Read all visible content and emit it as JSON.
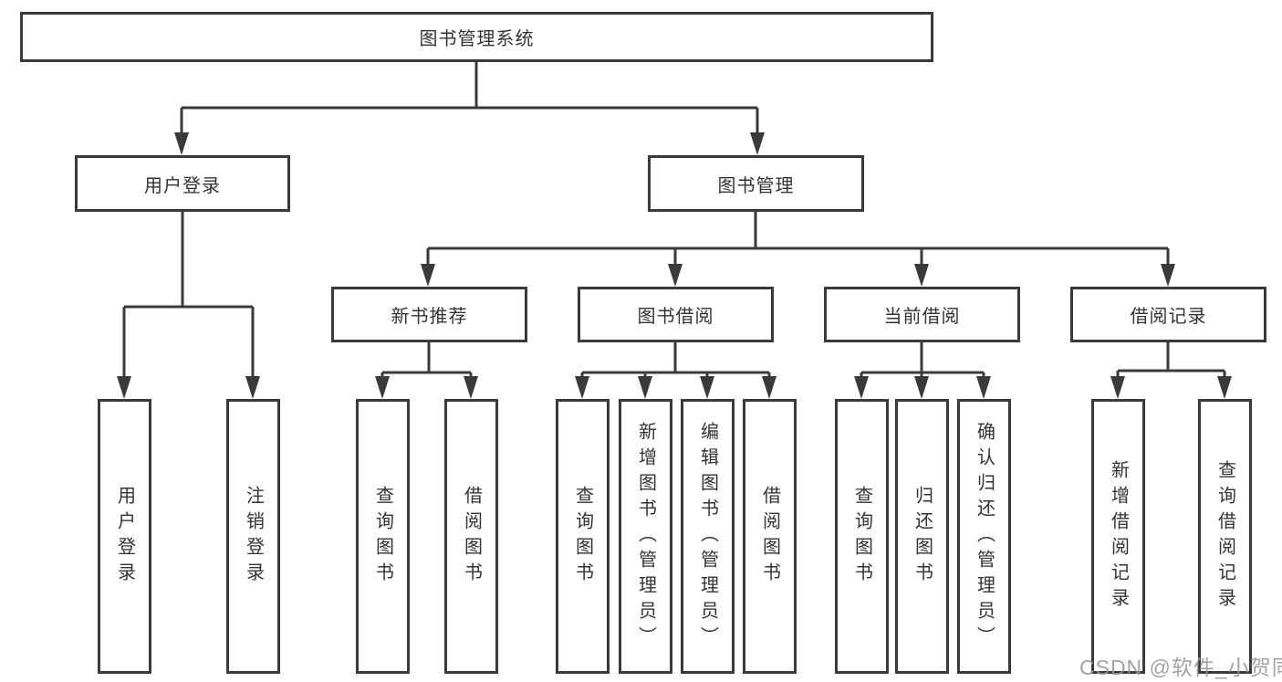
{
  "diagram": {
    "title": "图书管理系统",
    "level2": [
      {
        "label": "用户登录",
        "children": [
          "用户登录",
          "注销登录"
        ]
      },
      {
        "label": "图书管理"
      }
    ],
    "level3": [
      {
        "label": "新书推荐",
        "children": [
          "查询图书",
          "借阅图书"
        ]
      },
      {
        "label": "图书借阅",
        "children": [
          "查询图书",
          "新增图书（管理员）",
          "编辑图书（管理员）",
          "借阅图书"
        ]
      },
      {
        "label": "当前借阅",
        "children": [
          "查询图书",
          "归还图书",
          "确认归还（管理员）"
        ]
      },
      {
        "label": "借阅记录",
        "children": [
          "新增借阅记录",
          "查询借阅记录"
        ]
      }
    ]
  },
  "watermark": "CSDN @软件_小贺同学",
  "colors": {
    "line": "#3a3a3a",
    "text": "#333333",
    "box_background": "#ffffff",
    "page_background": "#ffffff",
    "watermark": "#969696"
  }
}
